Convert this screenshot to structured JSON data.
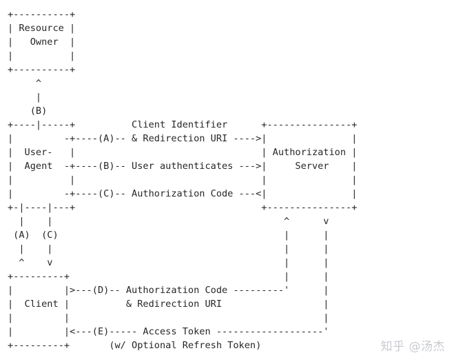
{
  "diagram": {
    "lines": [
      "+----------+",
      "| Resource |",
      "|   Owner  |",
      "|          |",
      "+----------+",
      "     ^",
      "     |",
      "    (B)",
      "+----|-----+          Client Identifier      +---------------+",
      "|         -+----(A)-- & Redirection URI ---->|               |",
      "|  User-   |                                 | Authorization |",
      "|  Agent  -+----(B)-- User authenticates --->|     Server    |",
      "|          |                                 |               |",
      "|         -+----(C)-- Authorization Code ---<|               |",
      "+-|----|---+                                 +---------------+",
      "  |    |                                         ^      v",
      " (A)  (C)                                        |      |",
      "  |    |                                         |      |",
      "  ^    v                                         |      |",
      "+---------+                                      |      |",
      "|         |>---(D)-- Authorization Code ---------'      |",
      "|  Client |          & Redirection URI                  |",
      "|         |                                             |",
      "|         |<---(E)----- Access Token -------------------'",
      "+---------+       (w/ Optional Refresh Token)"
    ]
  },
  "watermark": {
    "text": "知乎 @汤杰"
  }
}
